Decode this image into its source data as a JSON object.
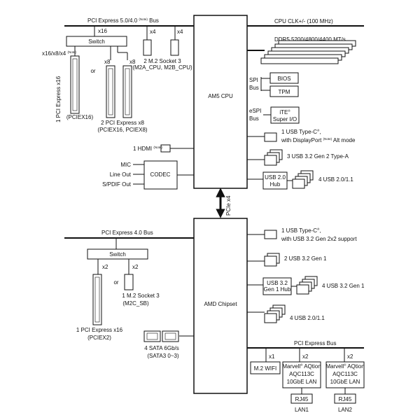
{
  "cpu": {
    "label": "AM5 CPU",
    "pcie_bus": {
      "main": "PCI Express 5.0/4.0 ",
      "note": "(Note)",
      "bus": " Bus"
    },
    "clk": "CPU CLK+/- (100 MHz)",
    "ddr": "DDR5 5200/4800/4400 MT/s",
    "spi": {
      "a": "SPI",
      "b": "Bus"
    },
    "bios": "BIOS",
    "tpm": "TPM",
    "espi": {
      "a": "eSPI",
      "b": "Bus"
    },
    "ite": {
      "a": "iTE",
      "reg": "®",
      "b": "Super I/O"
    },
    "usbc": {
      "a": "1 USB Type-C",
      "reg": "®",
      "b": "with DisplayPort ",
      "note": "(Note)",
      "c": " Alt mode"
    },
    "usb32": "3 USB 3.2 Gen 2 Type-A",
    "hub": {
      "a": "USB 2.0",
      "b": "Hub"
    },
    "usb20": "4 USB 2.0/1.1",
    "hdmi": {
      "a": "1 HDMI ",
      "note": "(Note)"
    },
    "audio": {
      "mic": "MIC",
      "line": "Line Out",
      "spdif": "S/PDIF Out",
      "codec": "CODEC"
    },
    "x16": "x16",
    "x4a": "x4",
    "x4b": "x4",
    "switch": "Switch",
    "modes": {
      "a": "x16/x8/x4 ",
      "note": "(Note)"
    },
    "x8a": "x8",
    "x8b": "x8",
    "or": "or",
    "slot16": {
      "a": "1 PCI Express x16",
      "b": "(PCIEX16)"
    },
    "slot8": {
      "a": "2 PCI Express x8",
      "b": "(PCIEX16, PCIEX8)"
    },
    "m2": {
      "a": "2 M.2 Socket 3",
      "b": "(M2A_CPU, M2B_CPU)"
    }
  },
  "link": "PCIe x4",
  "chipset": {
    "label": "AMD Chipset",
    "pcie_bus": "PCI Express 4.0 Bus",
    "switch": "Switch",
    "x2a": "x2",
    "x2b": "x2",
    "or": "or",
    "m2": {
      "a": "1 M.2 Socket 3",
      "b": "(M2C_SB)"
    },
    "slot": {
      "a": "1 PCI Express x16",
      "b": "(PCIEX2)"
    },
    "sata": {
      "a": "4 SATA 6Gb/s",
      "b": "(SATA3 0~3)"
    },
    "usbc": {
      "a": "1 USB Type-C",
      "reg": "®",
      "b": "with USB 3.2 Gen 2x2 support"
    },
    "usb2": "2 USB 3.2 Gen 1",
    "hub": {
      "a": "USB 3.2",
      "b": "Gen 1 Hub"
    },
    "usb4": "4 USB 3.2 Gen 1",
    "usb20": "4 USB 2.0/1.1",
    "pcie_right": "PCI Express Bus",
    "x1": "x1",
    "x2c": "x2",
    "x2d": "x2",
    "wifi": "M.2 WIFI",
    "lan": {
      "a": "Marvell",
      "reg": "®",
      "b": " AQtion",
      "c": "AQC113C",
      "d": "10GbE LAN"
    },
    "rj1": "RJ45",
    "lan1": "LAN1",
    "rj2": "RJ45",
    "lan2": "LAN2"
  }
}
